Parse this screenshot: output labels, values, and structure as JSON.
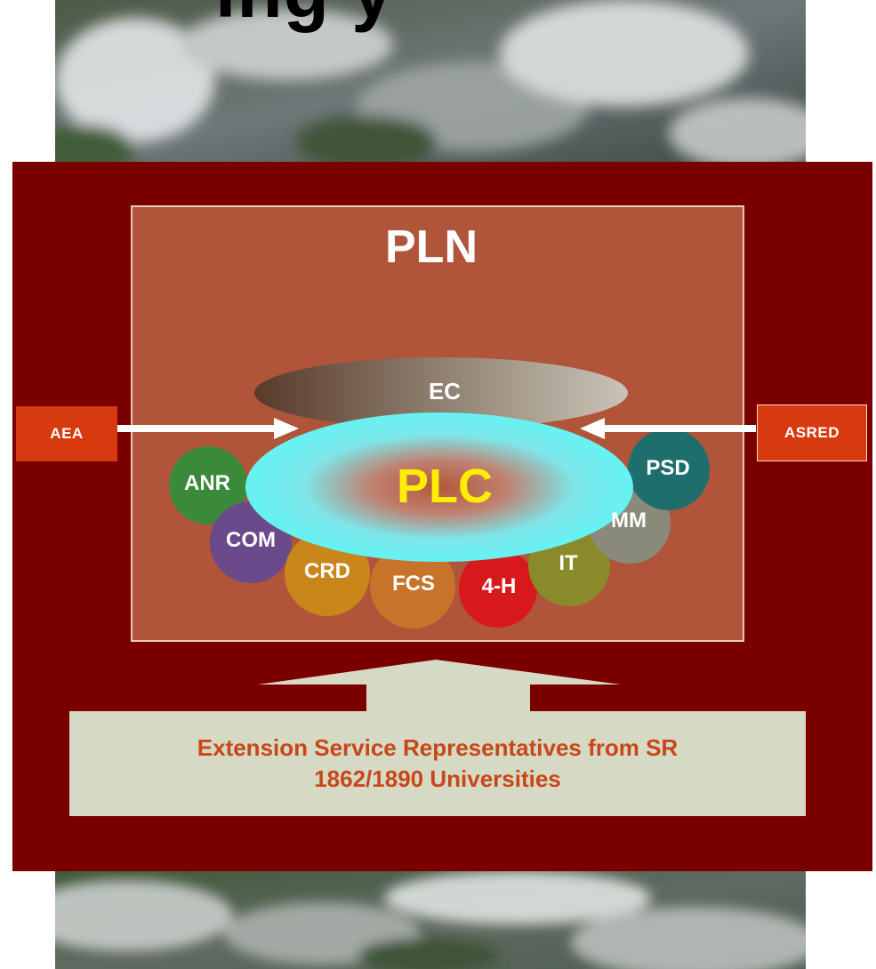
{
  "heading": "ing    y",
  "diagram": {
    "outer_label": "PLN",
    "left_box": "AEA",
    "right_box": "ASRED",
    "top_oval": "EC",
    "center_oval": "PLC",
    "circles": [
      {
        "label": "ANR",
        "color": "#3a8a3a"
      },
      {
        "label": "COM",
        "color": "#6a4a8a"
      },
      {
        "label": "CRD",
        "color": "#c9861a"
      },
      {
        "label": "FCS",
        "color": "#c7742a"
      },
      {
        "label": "4-H",
        "color": "#d8191c"
      },
      {
        "label": "IT",
        "color": "#8a8a2a"
      },
      {
        "label": "MM",
        "color": "#8a8a7a"
      },
      {
        "label": "PSD",
        "color": "#1f6e6e"
      }
    ],
    "bottom_box": {
      "line1": "Extension Service Representatives from SR",
      "line2": "1862/1890 Universities"
    },
    "colors": {
      "frame": "#7a0000",
      "panel": "#b0553a",
      "plc_outer": "#66f2f2",
      "plc_inner": "#ffee00",
      "side_box": "#d63a0e",
      "bottom_box": "#d6d9c3",
      "bottom_text": "#c8471a"
    }
  }
}
